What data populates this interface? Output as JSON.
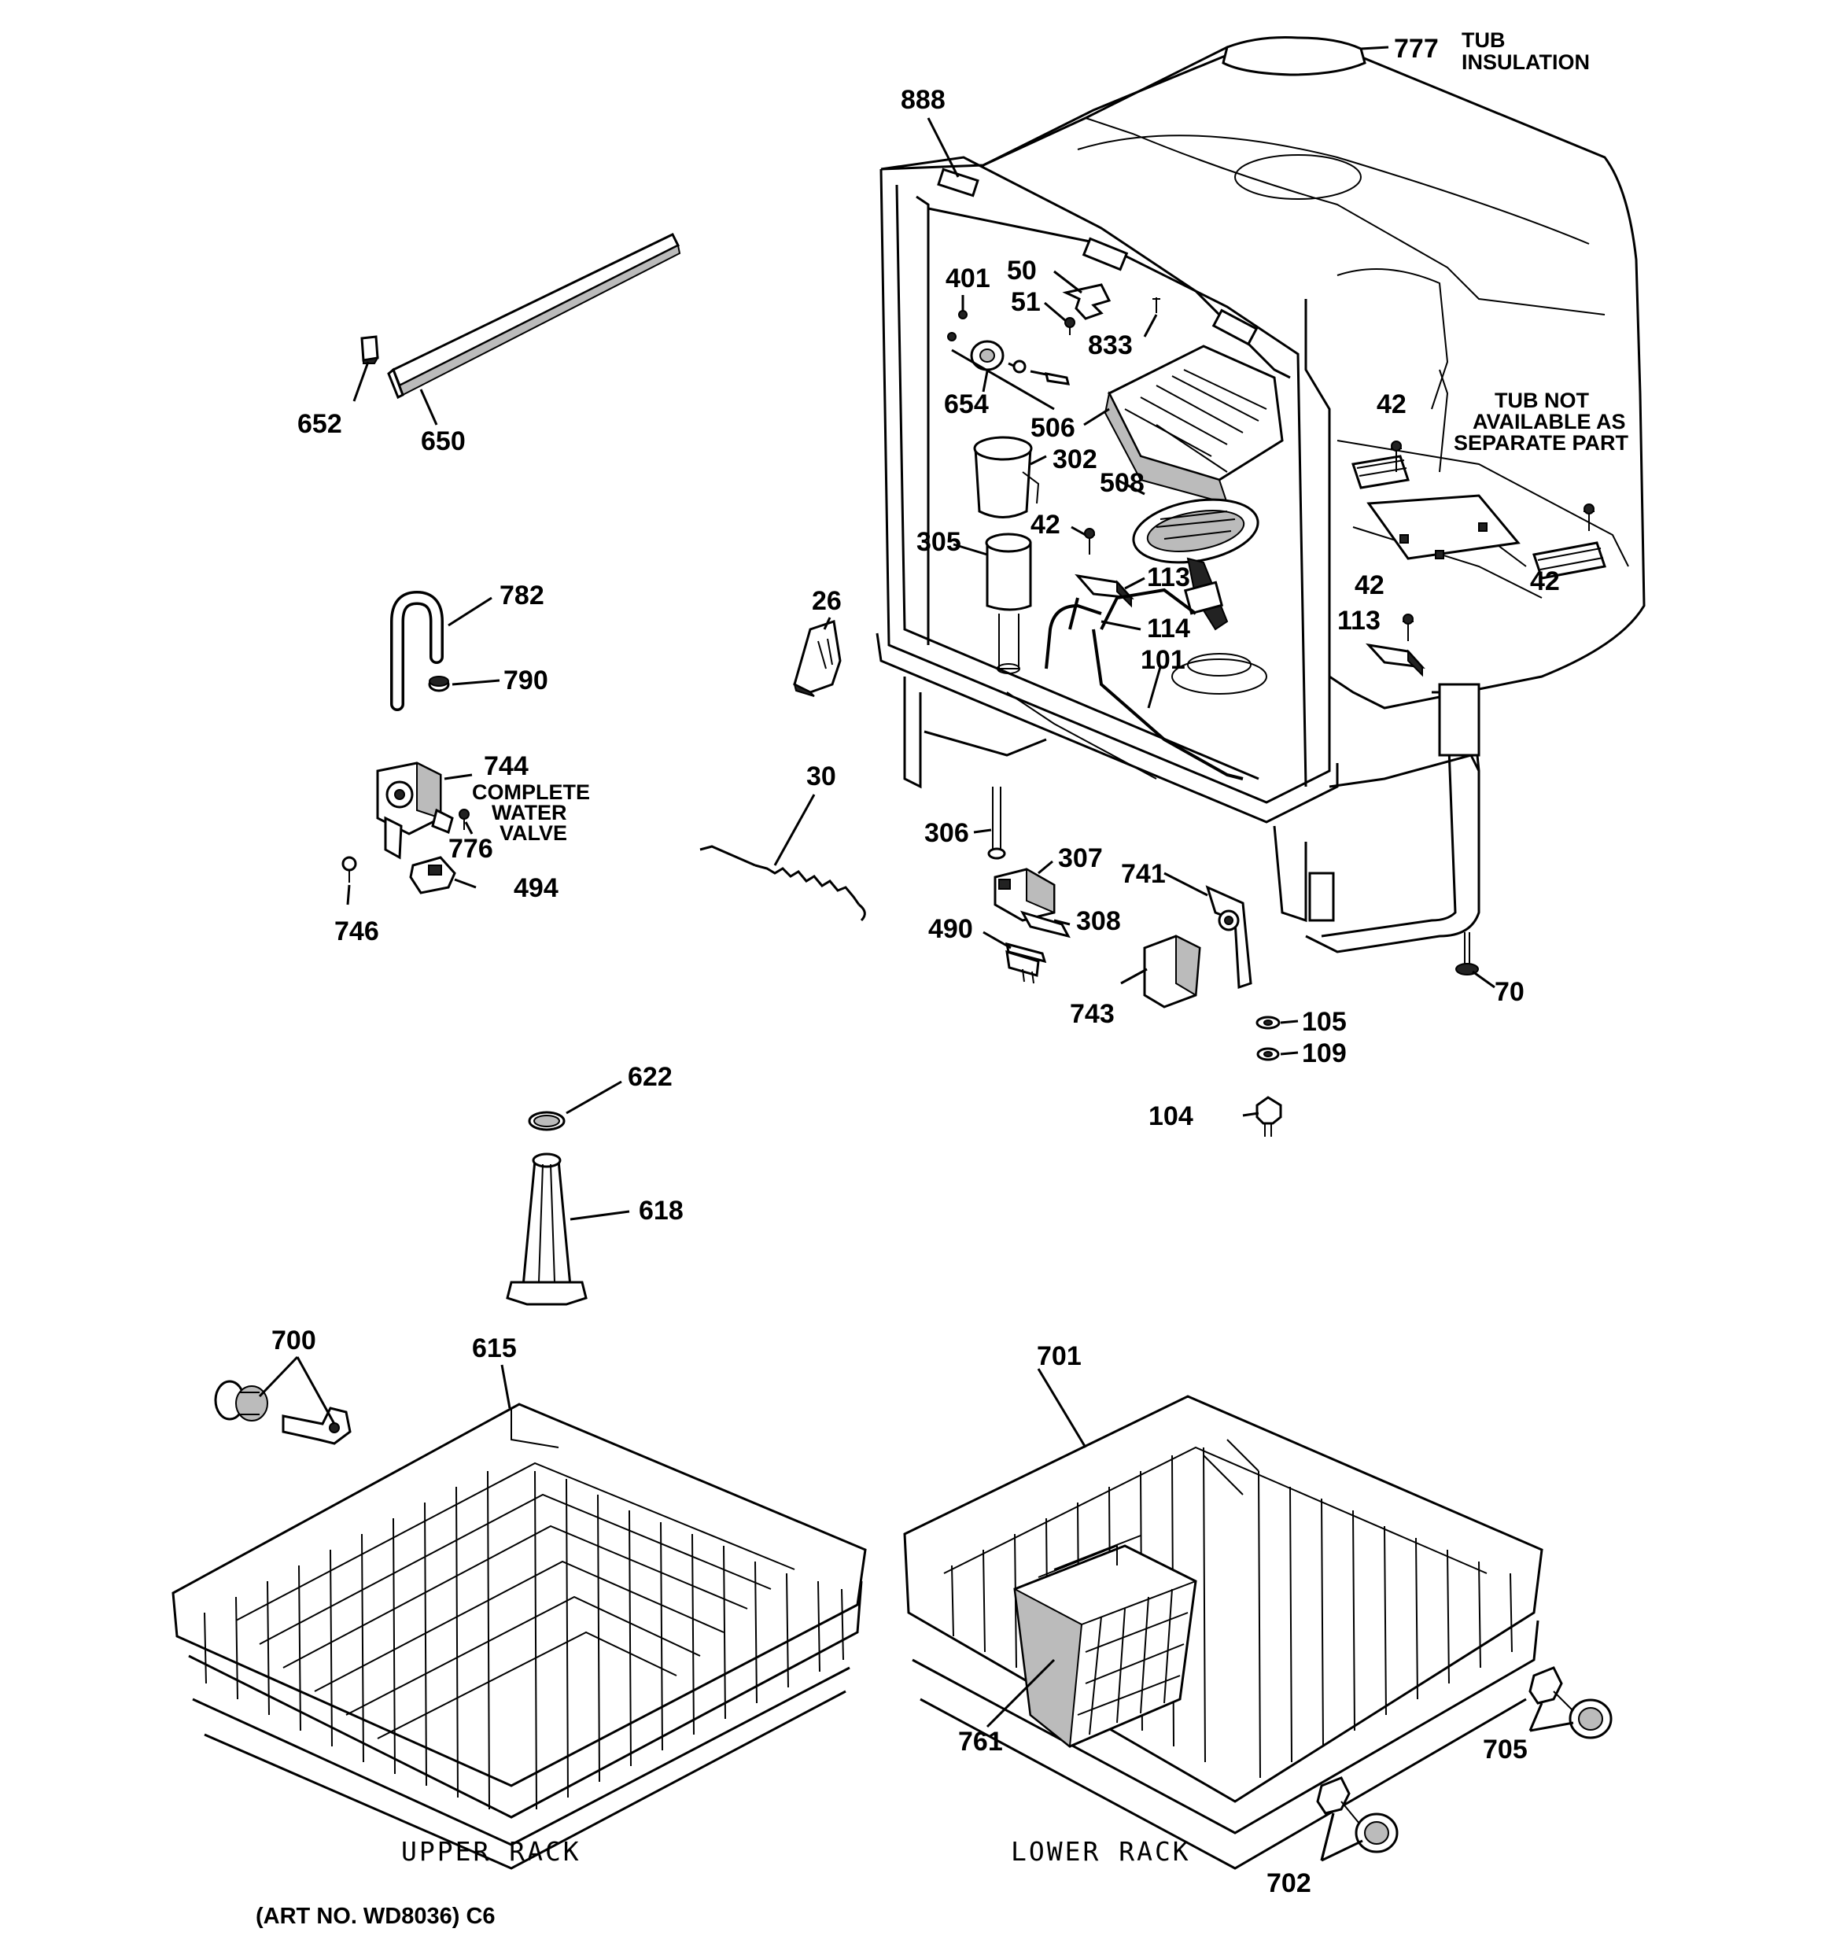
{
  "labels": {
    "p777": "777",
    "p888": "888",
    "p401": "401",
    "p50": "50",
    "p51": "51",
    "p833": "833",
    "p654": "654",
    "p506": "506",
    "p302": "302",
    "p508": "508",
    "p42a": "42",
    "p42b": "42",
    "p42c": "42",
    "p42d": "42",
    "p305": "305",
    "p113a": "113",
    "p113b": "113",
    "p114": "114",
    "p101": "101",
    "p26": "26",
    "p652": "652",
    "p650": "650",
    "p782": "782",
    "p790": "790",
    "p744": "744",
    "p776": "776",
    "p746": "746",
    "p494": "494",
    "p30": "30",
    "p306": "306",
    "p307": "307",
    "p741": "741",
    "p308": "308",
    "p490": "490",
    "p743": "743",
    "p70": "70",
    "p105": "105",
    "p109": "109",
    "p104": "104",
    "p622": "622",
    "p618": "618",
    "p700": "700",
    "p615": "615",
    "p701": "701",
    "p761": "761",
    "p705": "705",
    "p702": "702"
  },
  "notes": {
    "tub_insulation_1": "TUB",
    "tub_insulation_2": "INSULATION",
    "tub_not_available_1": "TUB NOT",
    "tub_not_available_2": "AVAILABLE AS",
    "tub_not_available_3": "SEPARATE PART",
    "water_valve_1": "COMPLETE",
    "water_valve_2": "WATER",
    "water_valve_3": "VALVE"
  },
  "captions": {
    "upper_rack": "UPPER RACK",
    "lower_rack": "LOWER RACK",
    "art_no": "(ART NO. WD8036) C6"
  }
}
